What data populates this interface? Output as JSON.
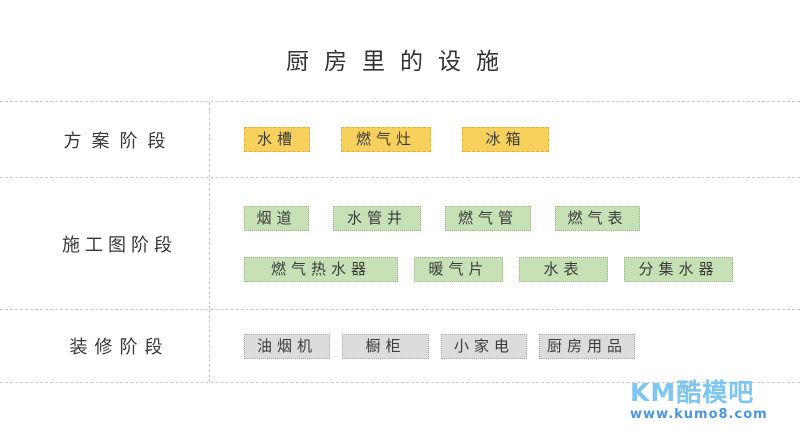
{
  "title": "厨房里的设施",
  "rows": [
    {
      "label": "方案阶段",
      "style": "yellow",
      "lines": [
        [
          {
            "text": "水槽",
            "w": 66
          },
          {
            "text": "燃气灶",
            "w": 90
          },
          {
            "text": "冰箱",
            "w": 87
          }
        ]
      ]
    },
    {
      "label": "施工图阶段",
      "style": "green",
      "lines": [
        [
          {
            "text": "烟道",
            "w": 65
          },
          {
            "text": "水管井",
            "w": 88
          },
          {
            "text": "燃气管",
            "w": 86
          },
          {
            "text": "燃气表",
            "w": 85
          }
        ],
        [
          {
            "text": "燃气热水器",
            "w": 154
          },
          {
            "text": "暖气片",
            "w": 89
          },
          {
            "text": "水表",
            "w": 89
          },
          {
            "text": "分集水器",
            "w": 109
          }
        ]
      ]
    },
    {
      "label": "装修阶段",
      "style": "gray",
      "lines": [
        [
          {
            "text": "油烟机",
            "w": 86
          },
          {
            "text": "橱柜",
            "w": 87
          },
          {
            "text": "小家电",
            "w": 86
          },
          {
            "text": "厨房用品",
            "w": 96
          }
        ]
      ]
    }
  ],
  "colors": {
    "yellow_fill": "#F8D05C",
    "yellow_border": "#DDAF4B",
    "green_fill": "#C7E0B6",
    "green_border": "#9DB98D",
    "gray_fill": "#DCDCDC",
    "gray_border": "#ACACAC",
    "line": "#CCCCCC"
  },
  "watermark": {
    "brand": "KM酷模吧",
    "url": "www.kumo8.com",
    "brand_color": "#7EC6F2",
    "url_color": "#4A96E0"
  }
}
